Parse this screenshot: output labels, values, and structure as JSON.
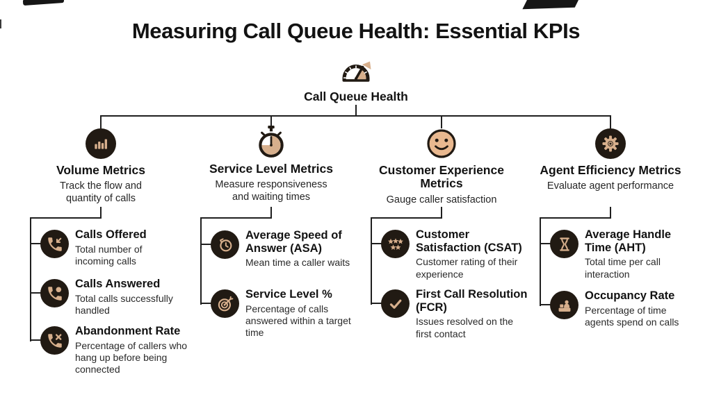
{
  "page": {
    "title": "Measuring Call Queue Health: Essential KPIs",
    "background": "#ffffff"
  },
  "colors": {
    "ink": "#211a13",
    "tan": "#d7af8c",
    "smiley_fill": "#e9b88f",
    "connector_line": "#1f1f1f",
    "title_text": "#121212",
    "body_text": "#292929"
  },
  "root_node": {
    "label": "Call Queue Health",
    "icon": "gauge-icon"
  },
  "branches": [
    {
      "id": "volume-metrics",
      "icon": "bar-chart-icon",
      "title": "Volume Metrics",
      "subtitle": "Track the flow and\nquantity of calls",
      "items": [
        {
          "icon": "phone-incoming-icon",
          "title": "Calls Offered",
          "desc": "Total number of\nincoming calls"
        },
        {
          "icon": "phone-answered-icon",
          "title": "Calls Answered",
          "desc": "Total calls successfully\nhandled"
        },
        {
          "icon": "phone-missed-icon",
          "title": "Abandonment Rate",
          "desc": "Percentage of callers who\nhang up before being\nconnected"
        }
      ]
    },
    {
      "id": "service-level-metrics",
      "icon": "stopwatch-icon",
      "title": "Service Level Metrics",
      "subtitle": "Measure responsiveness\nand waiting times",
      "items": [
        {
          "icon": "clock-history-icon",
          "title": "Average Speed of\nAnswer (ASA)",
          "desc": "Mean time a caller waits"
        },
        {
          "icon": "target-icon",
          "title": "Service Level %",
          "desc": "Percentage of calls\nanswered within a target\ntime"
        }
      ]
    },
    {
      "id": "customer-experience-metrics",
      "icon": "smiley-icon",
      "title": "Customer Experience\nMetrics",
      "subtitle": "Gauge caller satisfaction",
      "items": [
        {
          "icon": "stars-icon",
          "title": "Customer\nSatisfaction (CSAT)",
          "desc": "Customer rating of their\nexperience"
        },
        {
          "icon": "checkmark-icon",
          "title": "First Call Resolution\n(FCR)",
          "desc": "Issues resolved on the\nfirst contact"
        }
      ]
    },
    {
      "id": "agent-efficiency-metrics",
      "icon": "gear-icon",
      "title": "Agent Efficiency Metrics",
      "subtitle": "Evaluate agent performance",
      "items": [
        {
          "icon": "hourglass-icon",
          "title": "Average Handle\nTime (AHT)",
          "desc": "Total time per call\ninteraction"
        },
        {
          "icon": "agent-desk-icon",
          "title": "Occupancy Rate",
          "desc": "Percentage of time\nagents spend on calls"
        }
      ]
    }
  ]
}
